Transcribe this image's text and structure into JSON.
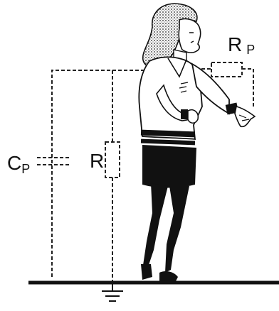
{
  "labels": {
    "cp_main": "C",
    "cp_sub": "P",
    "r": "R",
    "rp_main": "R",
    "rp_sub": "P"
  }
}
